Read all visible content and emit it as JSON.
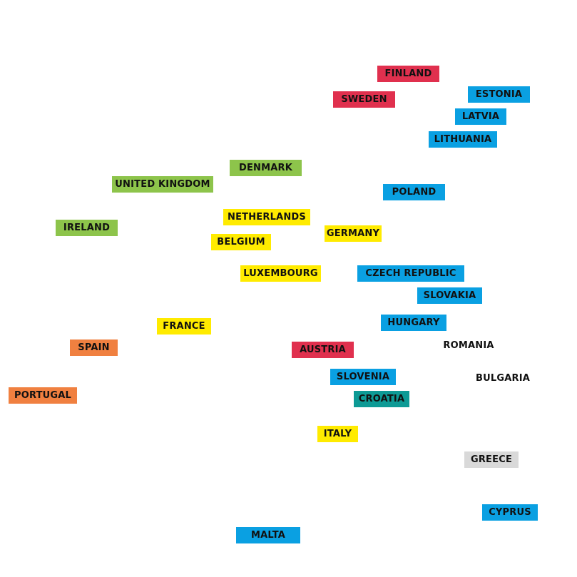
{
  "colors": {
    "red": "#e0304e",
    "blue": "#0aa0e2",
    "yellow": "#ffeb00",
    "green": "#8dc44b",
    "orange": "#f08040",
    "teal": "#0d9a95",
    "grey": "#d9d9d9",
    "none": "transparent"
  },
  "countries": {
    "finland": {
      "label": "FINLAND",
      "color": "red"
    },
    "sweden": {
      "label": "SWEDEN",
      "color": "red"
    },
    "estonia": {
      "label": "ESTONIA",
      "color": "blue"
    },
    "latvia": {
      "label": "LATVIA",
      "color": "blue"
    },
    "lithuania": {
      "label": "LITHUANIA",
      "color": "blue"
    },
    "denmark": {
      "label": "DENMARK",
      "color": "green"
    },
    "united_kingdom": {
      "label": "UNITED KINGDOM",
      "color": "green"
    },
    "poland": {
      "label": "POLAND",
      "color": "blue"
    },
    "netherlands": {
      "label": "NETHERLANDS",
      "color": "yellow"
    },
    "ireland": {
      "label": "IRELAND",
      "color": "green"
    },
    "germany": {
      "label": "GERMANY",
      "color": "yellow"
    },
    "belgium": {
      "label": "BELGIUM",
      "color": "yellow"
    },
    "luxembourg": {
      "label": "LUXEMBOURG",
      "color": "yellow"
    },
    "czech_republic": {
      "label": "CZECH REPUBLIC",
      "color": "blue"
    },
    "slovakia": {
      "label": "SLOVAKIA",
      "color": "blue"
    },
    "hungary": {
      "label": "HUNGARY",
      "color": "blue"
    },
    "france": {
      "label": "FRANCE",
      "color": "yellow"
    },
    "romania": {
      "label": "ROMANIA",
      "color": "none"
    },
    "spain": {
      "label": "SPAIN",
      "color": "orange"
    },
    "austria": {
      "label": "AUSTRIA",
      "color": "red"
    },
    "slovenia": {
      "label": "SLOVENIA",
      "color": "blue"
    },
    "bulgaria": {
      "label": "BULGARIA",
      "color": "none"
    },
    "portugal": {
      "label": "PORTUGAL",
      "color": "orange"
    },
    "croatia": {
      "label": "CROATIA",
      "color": "teal"
    },
    "italy": {
      "label": "ITALY",
      "color": "yellow"
    },
    "greece": {
      "label": "GREECE",
      "color": "grey"
    },
    "cyprus": {
      "label": "CYPRUS",
      "color": "blue"
    },
    "malta": {
      "label": "MALTA",
      "color": "blue"
    }
  }
}
